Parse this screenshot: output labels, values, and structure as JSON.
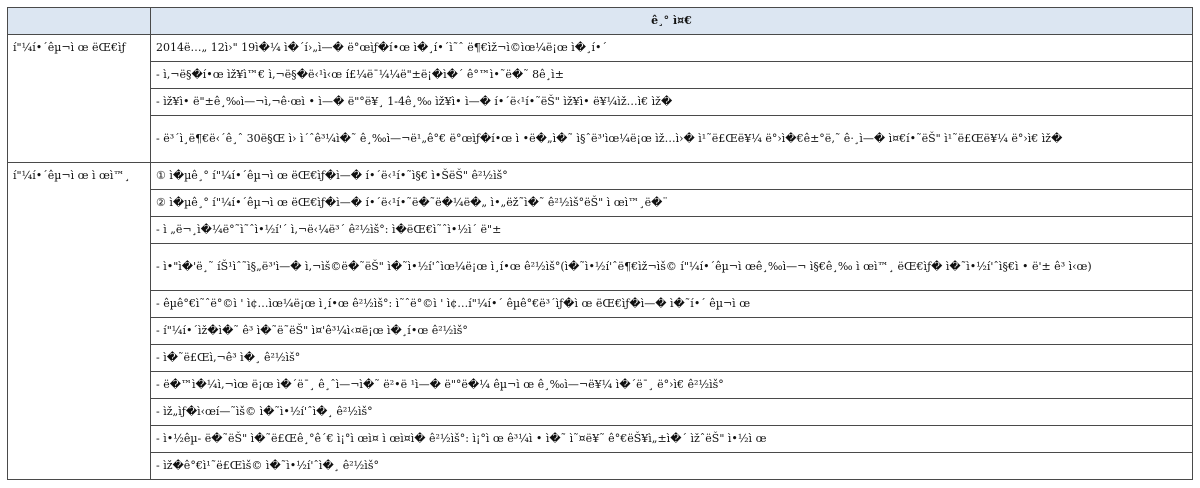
{
  "header": {
    "blank": "",
    "title": "ê¸° ì¤€"
  },
  "sections": [
    {
      "category": "í\"¼í•´êµ¬ì œ ëŒ€ìƒ",
      "items": [
        "2014ë…„ 12ì›\" 19ì�¼ ì�´í›„ì—� ë°œìƒ�í•œ ì�¸í•´ì˜ˆ ë¶€ìž¬ì©ìœ¼ë¡œ ì�¸í•´",
        "- ì‚¬ë§�í•œ ìž¥ì™€ ì‚¬ë§�ë‹¹ì‹œ í£¼ë¯¼¼ë\"±ë¡�ì�´ ê°™ì•˜ë�˜ 8ê¸ì±",
        "- ìž¥ì• ë\"±ê¸‰ì—¬ì‚¬ê·œì • ì—� ë\"°ë¥¸ 1-4ê¸‰ ìž¥ì• ì—� í•´ë‹¹í•˜ëŠ\" ìž¥ì• ë¥¼ìž…ì€ ìž�",
        "- ë³´ì¸ë¶€ë‹´ê¸ˆ 30ë§Œ ì› ì´ˆê³¼ì�˜ ê¸‰ì—¬ë¹„ê°€ ë°œìƒ�í•œ ì •ë�„ì�˜ ì§ˆë³'ìœ¼ë¡œ ìž…ì›� ì¹˜ë£Œë¥¼ ë°›ì�€ê±°ë‚˜ ê·¸ì—� ì¤€í•˜ëŠ\" ì¹˜ë£Œë¥¼ ë°›ì€ ìž�"
      ]
    },
    {
      "category": "í\"¼í•´êµ¬ì œ ì œì™¸",
      "items": [
        "① ì�µê¸° í\"¼í•´êµ¬ì œ ëŒ€ìƒ�ì—� í•´ë‹¹í•˜ì§€ ì•ŠëŠ\" ê²½ìš°",
        "② ì�µê¸° í\"¼í•´êµ¬ì œ ëŒ€ìƒ�ì—� í•´ë‹¹í•˜ë�˜ë�¼ë�„ ì•„ëž˜ì�˜ ê²½ìš°ëŠ\" ì œì™¸ë�¨",
        "- ì „ë¬¸ì�¼ë°˜ì˜ˆì•½í'´ ì‚¬ë‹¼ë³´ ê²½ìš°: ì�ëŒ€ì˜ˆì•½ì´ ë\"±",
        "- ì•\"ì�'ë¸˜ íŠ¹ìˆ˜ì§„ë³'ì—� ì‚¬ìš©ë�˜ëŠ\" ì�˜ì•½í'ˆìœ¼ë¡œ ì¸í•œ ê²½ìš°(ì�˜ì•½í'ˆë¶€ìž¬ìš© í\"¼í•´êµ¬ì œê¸‰ì—¬ ì§€ê¸‰ ì œì™¸ ëŒ€ìƒ� ì�˜ì•½í'ˆì§€ì • ë'± ê³ ì‹œ)",
        "- êµ­ê°€ì˜ˆë°©ì ' ì¢…ìœ¼ë¡œ ì¸í•œ ê²½ìš°: ì˜ˆë°©ì ' ì¢…í\"¼í•´ êµ­ê°€ë³´ìƒ�ì œ ëŒ€ìƒ�ì—� ì�˜í•´ êµ¬ì œ",
        "- í\"¼í•´ìž�ì�˜ ê³ ì�˜ë˜ëŠ\" ì¤'ê³¼ì‹¤ë¡œ ì�¸í•œ ê²½ìš°",
        "- ì�˜ë£Œì‚¬ê³ ì�¸ ê²½ìš°",
        "- ë�™ì�¼ì‚¬ìœ ë¡œ ì�´ë¯¸ ê¸ˆì—¬ì�˜ ë²•ë ¹ì—� ë\"°ë�¼ êµ¬ì œ ê¸‰ì—¬ë¥¼ ì�´ë¯¸ ë°›ì€ ê²½ìš°",
        "- ìž„ìƒ�ì‹œí—˜ìš© ì�˜ì•½í'ˆì�¸ ê²½ìš°",
        "- ì•½êµ­- ë�˜ëŠ\" ì�˜ë£Œê¸°ê´€ ì¡°ì œì¤ ì œì¤ì� ê²½ìš°: ì¡°ì œ ê³¼ì • ì�˜ ì˜¤ë¥˜ ê°€ëŠ¥ì„±ì�´ ìžˆëŠ\" ì•½ì œ",
        "- ìž�ê°€ì¹˜ë£Œìš© ì�˜ì•½í'ˆì�¸ ê²½ìš°"
      ]
    }
  ]
}
